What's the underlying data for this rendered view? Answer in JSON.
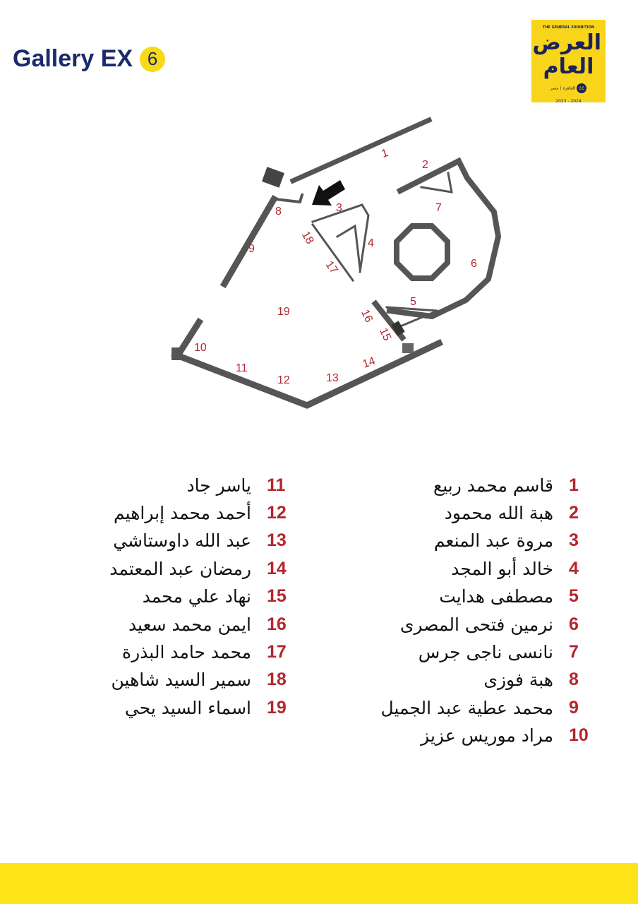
{
  "header": {
    "title": "Gallery EX",
    "gallery_number": "6"
  },
  "logo": {
    "english": "THE GENERAL EXHIBITION",
    "arabic_line1": "العرض",
    "arabic_line2": "العام",
    "edition": "٤٤",
    "city": "القاهرة | مصر",
    "years": "2023 - 2024"
  },
  "map": {
    "labels": [
      "1",
      "2",
      "3",
      "4",
      "5",
      "6",
      "7",
      "8",
      "9",
      "10",
      "11",
      "12",
      "13",
      "14",
      "15",
      "16",
      "17",
      "18",
      "19"
    ]
  },
  "artists_right": [
    {
      "num": "1",
      "name": "قاسم محمد ربيع"
    },
    {
      "num": "2",
      "name": "هبة الله محمود"
    },
    {
      "num": "3",
      "name": "مروة عبد المنعم"
    },
    {
      "num": "4",
      "name": "خالد أبو المجد"
    },
    {
      "num": "5",
      "name": "مصطفى هدايت"
    },
    {
      "num": "6",
      "name": "نرمين فتحى المصرى"
    },
    {
      "num": "7",
      "name": "نانسى ناجى جرس"
    },
    {
      "num": "8",
      "name": "هبة فوزى"
    },
    {
      "num": "9",
      "name": "محمد عطية عبد الجميل"
    },
    {
      "num": "10",
      "name": "مراد موريس عزيز"
    }
  ],
  "artists_left": [
    {
      "num": "11",
      "name": "ياسر جاد"
    },
    {
      "num": "12",
      "name": "أحمد محمد إبراهيم"
    },
    {
      "num": "13",
      "name": "عبد الله داوستاشي"
    },
    {
      "num": "14",
      "name": "رمضان عبد المعتمد"
    },
    {
      "num": "15",
      "name": "نهاد علي محمد"
    },
    {
      "num": "16",
      "name": "ايمن محمد سعيد"
    },
    {
      "num": "17",
      "name": "محمد حامد البذرة"
    },
    {
      "num": "18",
      "name": "سمير السيد شاهين"
    },
    {
      "num": "19",
      "name": "اسماء السيد يحي"
    }
  ]
}
